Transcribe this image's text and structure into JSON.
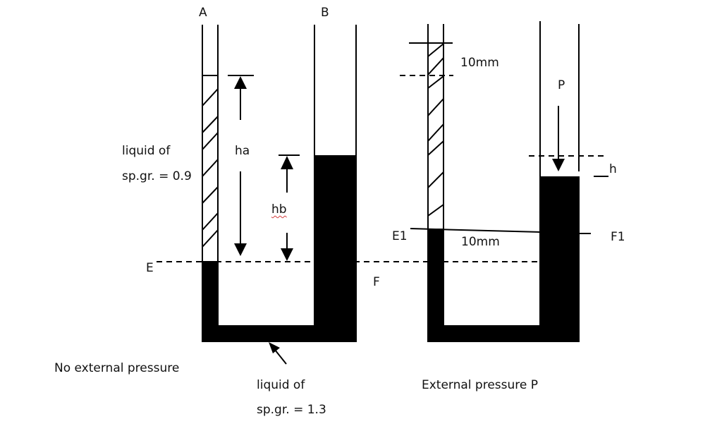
{
  "diagram": {
    "left_manometer": {
      "tube_a_label": "A",
      "tube_b_label": "B",
      "light_liquid_label_line1": "liquid of",
      "light_liquid_label_line2": "sp.gr. = 0.9",
      "height_a_label": "ha",
      "height_b_label": "hb",
      "datum_left_label": "E",
      "datum_right_label": "F",
      "caption": "No external pressure",
      "heavy_liquid_label_line1": "liquid of",
      "heavy_liquid_label_line2": "sp.gr. = 1.3"
    },
    "right_manometer": {
      "top_offset_label": "10mm",
      "pressure_label": "P",
      "rise_label": "h",
      "datum_left_label": "E1",
      "datum_right_label": "F1",
      "datum_offset_label": "10mm",
      "caption": "External pressure P"
    },
    "colors": {
      "ink": "#000000",
      "background": "#ffffff",
      "spellcheck_underline": "#d23c3c"
    }
  }
}
